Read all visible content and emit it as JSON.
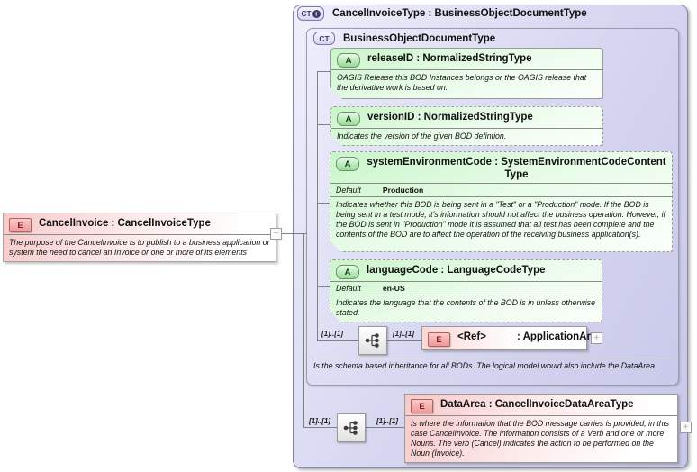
{
  "root": {
    "icon": "E",
    "title": "CancelInvoice : CancelInvoiceType",
    "description": "The purpose of the CancelInvoice is to publish to a business application or system the need to cancel an Invoice or one or more of its elements",
    "collapse_glyph": "−"
  },
  "panel": {
    "icon_text": "CT",
    "icon_plus": "+",
    "title": "CancelInvoiceType : BusinessObjectDocumentType"
  },
  "base_type": {
    "icon_text": "CT",
    "title": "BusinessObjectDocumentType",
    "attributes": [
      {
        "icon": "A",
        "title": "releaseID : NormalizedStringType",
        "description": "OAGIS Release this BOD Instances belongs or the OAGIS release that the derivative work is based on."
      },
      {
        "icon": "A",
        "title": "versionID : NormalizedStringType",
        "description": "Indicates the version of the given BOD defintion."
      },
      {
        "icon": "A",
        "title": "systemEnvironmentCode : SystemEnvironmentCodeContentType",
        "default_label": "Default",
        "default_value": "Production",
        "description": "Indicates whether this BOD is being sent in a \"Test\" or a \"Production\" mode. If the BOD is being sent in a test mode, it's information should not affect the business operation. However, if the BOD is sent in \"Production\" mode it is assumed that all test has been complete and the contents of the BOD are to affect the operation of the receiving business application(s)."
      },
      {
        "icon": "A",
        "title": "languageCode : LanguageCodeType",
        "default_label": "Default",
        "default_value": "en-US",
        "description": "Indicates the language that the contents of the BOD is in unless otherwise stated."
      }
    ],
    "sequence": {
      "card_left": "[1]..[1]",
      "card_right": "[1]..[1]"
    },
    "ref_element": {
      "icon": "E",
      "name": "<Ref>",
      "type": ": ApplicationArea",
      "expand_glyph": "+"
    },
    "note": "Is the schema based inheritance for all BODs. The logical model would also include the DataArea."
  },
  "data_area": {
    "card_left": "[1]..[1]",
    "card_right": "[1]..[1]",
    "element": {
      "icon": "E",
      "title": "DataArea : CancelInvoiceDataAreaType",
      "description": "Is where the information that the BOD message carries is provided, in this case CancelInvoice. The information consists of a Verb and one or more Nouns. The verb (Cancel) indicates the action to be performed on the Noun (Invoice).",
      "expand_glyph": "+"
    }
  },
  "colors": {
    "element_pink": "#f7c9c9",
    "attribute_green": "#c9f5c9",
    "type_lavender": "#d7d7f2",
    "connector": "#808080"
  }
}
